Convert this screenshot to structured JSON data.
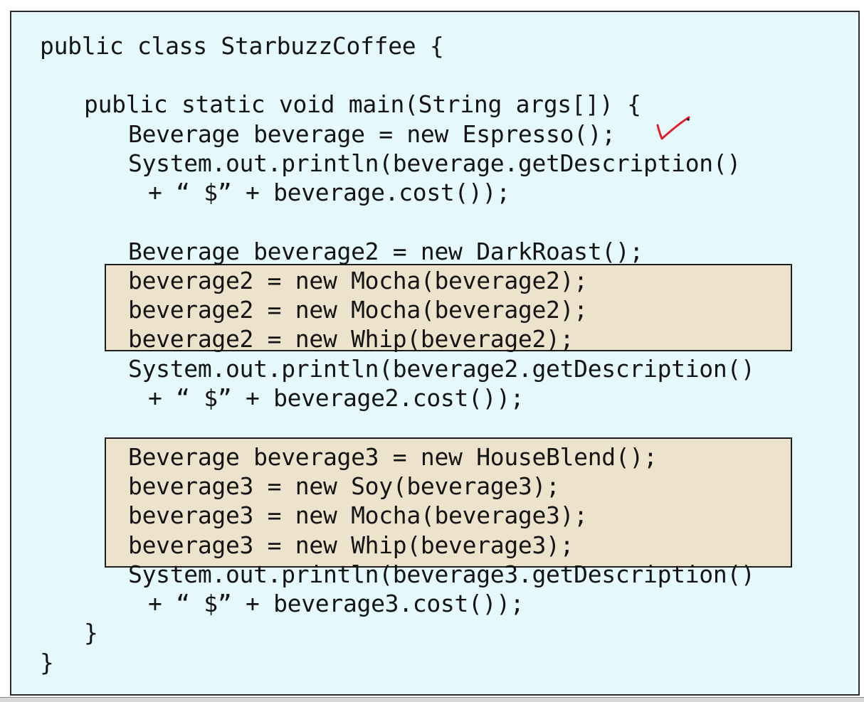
{
  "code": {
    "lines": [
      "public class StarbuzzCoffee {",
      "public static void main(String args[]) {",
      "Beverage beverage = new Espresso();",
      "System.out.println(beverage.getDescription()",
      "+ “ $” + beverage.cost());",
      "Beverage beverage2 = new DarkRoast();",
      "beverage2 = new Mocha(beverage2);",
      "beverage2 = new Mocha(beverage2);",
      "beverage2 = new Whip(beverage2);",
      "System.out.println(beverage2.getDescription()",
      "+ “ $” + beverage2.cost());",
      "Beverage beverage3 = new HouseBlend();",
      "beverage3 = new Soy(beverage3);",
      "beverage3 = new Mocha(beverage3);",
      "beverage3 = new Whip(beverage3);",
      "System.out.println(beverage3.getDescription()",
      "+ “ $” + beverage3.cost());",
      "}",
      "}"
    ]
  },
  "annotation": {
    "icon": "checkmark-icon",
    "color": "#e0202a"
  },
  "colors": {
    "slide_background": "#e5f9fc",
    "highlight_background": "#ede3cc",
    "text": "#141414"
  }
}
